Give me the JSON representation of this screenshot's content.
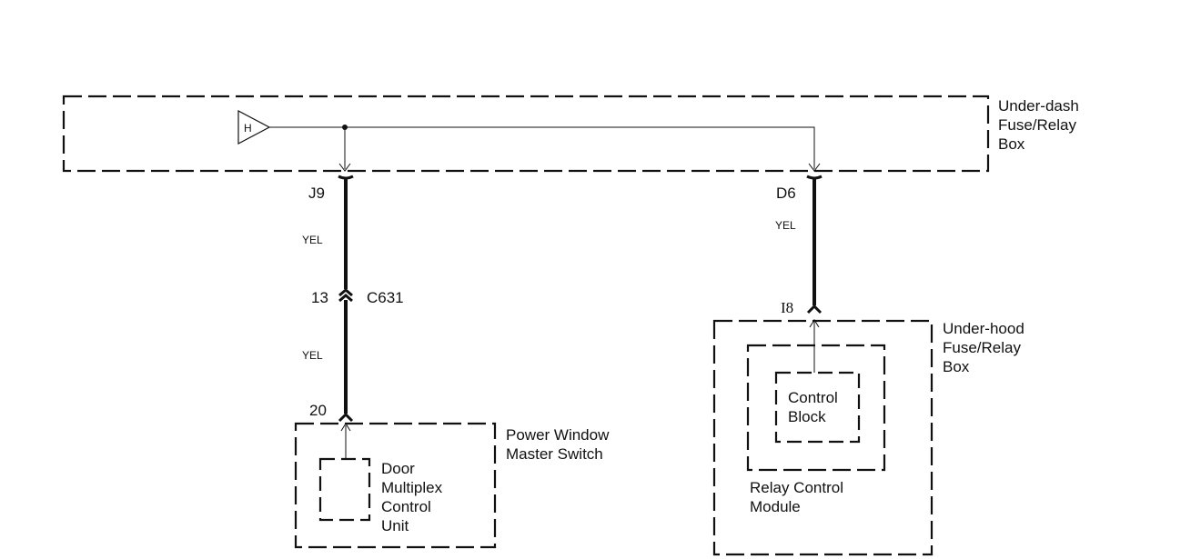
{
  "diagram": {
    "ink_color": "#111111",
    "background": "#ffffff",
    "components": {
      "under_dash_box": {
        "label_lines": [
          "Under-dash",
          "Fuse/Relay",
          "Box"
        ]
      },
      "under_hood_box": {
        "label_lines": [
          "Under-hood",
          "Fuse/Relay",
          "Box"
        ]
      },
      "relay_control_module": {
        "label_lines": [
          "Relay Control",
          "Module"
        ]
      },
      "control_block": {
        "label_lines": [
          "Control",
          "Block"
        ]
      },
      "power_window_master_switch": {
        "label_lines": [
          "Power Window",
          "Master Switch"
        ]
      },
      "door_multiplex_control_unit": {
        "label_lines": [
          "Door",
          "Multiplex",
          "Control",
          "Unit"
        ]
      }
    },
    "power_source": {
      "symbol": "triangle-source-icon",
      "label": "H"
    },
    "terminals": {
      "j9": "J9",
      "d6": "D6",
      "c631_pin": "13",
      "c631_connector": "C631",
      "pin_20": "20",
      "i8": "I8"
    },
    "wire_colors": {
      "j9_to_c631": "YEL",
      "c631_to_20": "YEL",
      "d6_to_i8": "YEL"
    }
  }
}
